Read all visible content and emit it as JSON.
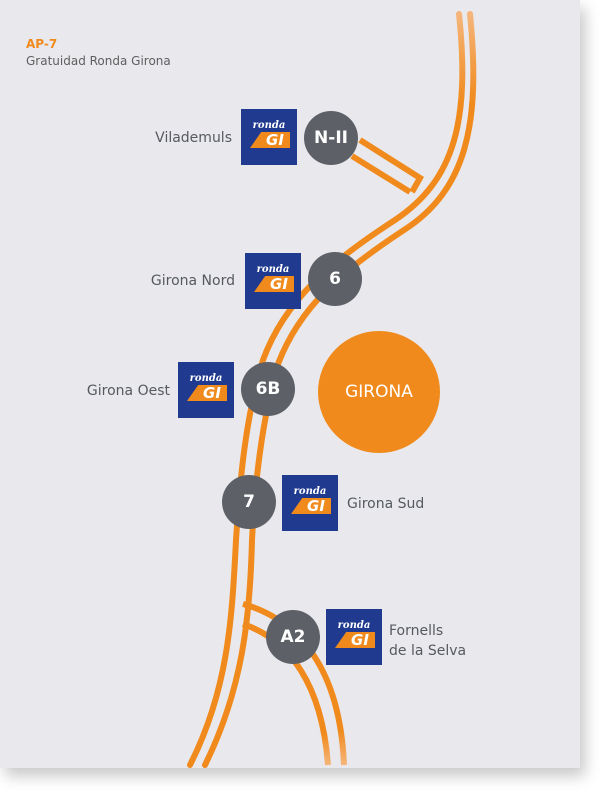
{
  "header": {
    "title": "AP-7",
    "subtitle": "Gratuidad Ronda Girona"
  },
  "city": {
    "label": "GIRONA"
  },
  "logo": {
    "top_text": "ronda",
    "main_text": "GI"
  },
  "exits": [
    {
      "number": "N-II",
      "name": "Vilademuls"
    },
    {
      "number": "6",
      "name": "Girona Nord"
    },
    {
      "number": "6B",
      "name": "Girona Oest"
    },
    {
      "number": "7",
      "name": "Girona Sud"
    },
    {
      "number": "A2",
      "name_line1": "Fornells",
      "name_line2": "de la Selva"
    }
  ],
  "colors": {
    "road": "#f08a1c",
    "road_fade": "#f5b57a",
    "exit_circle": "#5d6167",
    "logo_bg": "#1f3a8e",
    "background": "#e9e8ec"
  }
}
